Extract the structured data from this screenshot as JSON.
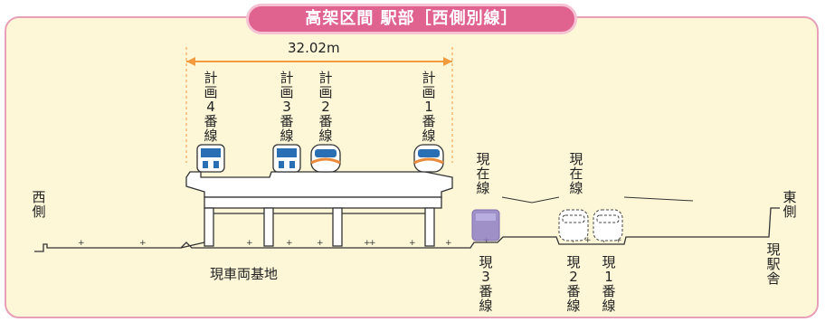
{
  "title": "高架区間 駅部［西側別線］",
  "dimension": "32.02m",
  "planned_tracks": [
    {
      "label": "計画4番線"
    },
    {
      "label": "計画3番線"
    },
    {
      "label": "計画2番線"
    },
    {
      "label": "計画1番線"
    }
  ],
  "existing_line_labels": [
    "現在線",
    "現在線"
  ],
  "current_tracks": [
    {
      "label": "現3番線"
    },
    {
      "label": "現2番線"
    },
    {
      "label": "現1番線"
    }
  ],
  "west_label": "西側",
  "east_label": "東側",
  "station_building": "現駅舎",
  "depot": "現車両基地",
  "colors": {
    "title_bg": "#e0638f",
    "panel_bg": "#fdf7d8",
    "panel_border": "#e8a0b8",
    "dimension": "#f19a3e",
    "train_face": "#2a6fb3",
    "train_orange": "#e98a3c",
    "highlight_train": "#8f7fc6"
  }
}
